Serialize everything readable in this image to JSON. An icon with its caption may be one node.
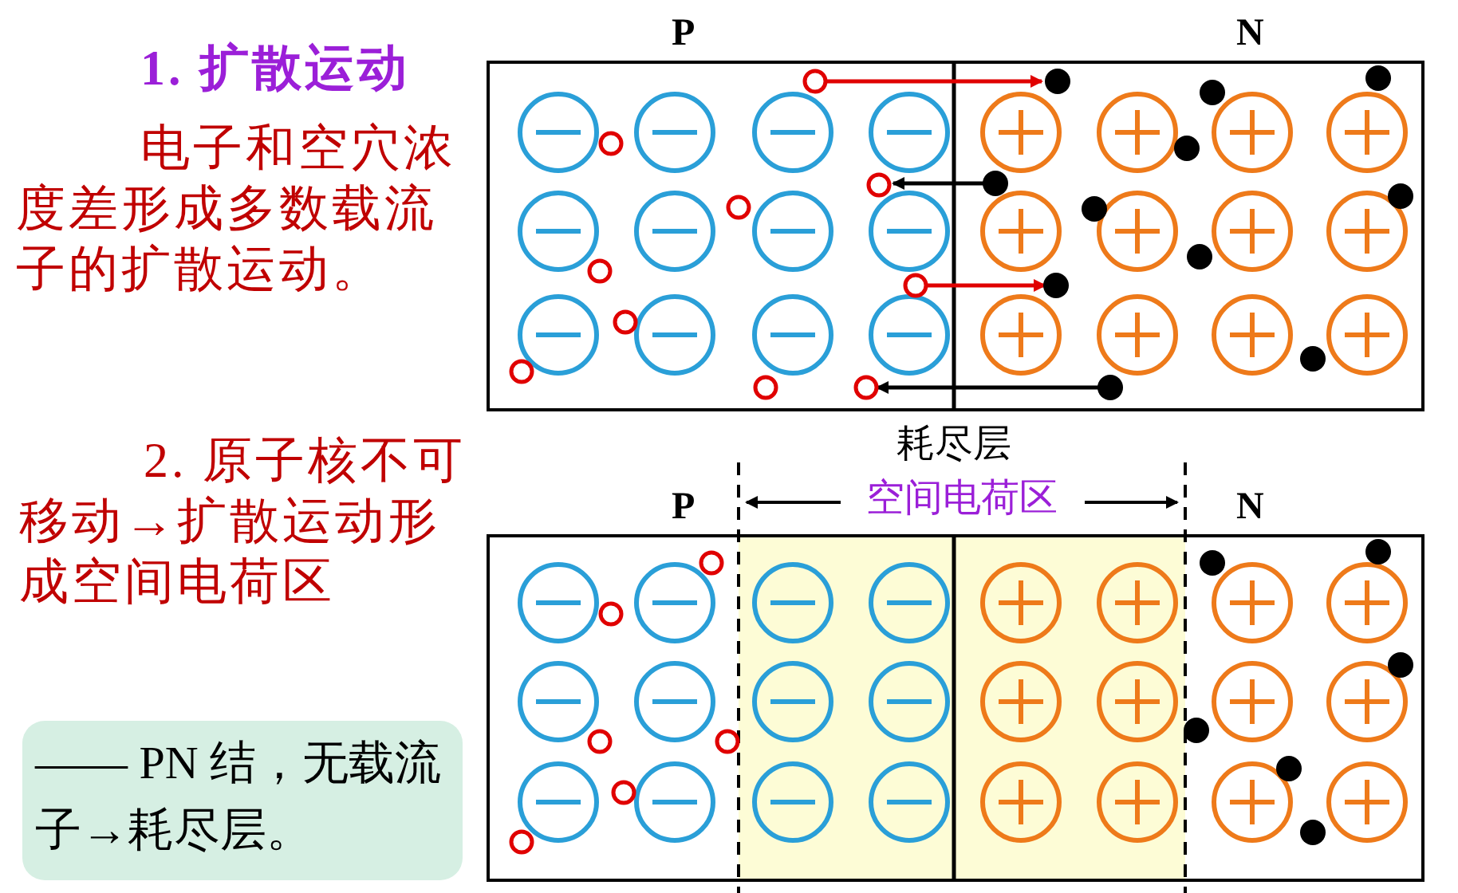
{
  "diagram": {
    "nodes": [
      {
        "text": [
          "P",
          "N"
        ]
      },
      {
        "text": [
          "P",
          "N"
        ]
      },
      {
        "text": [
          "—— PN 结，无载流子→耗尽层。"
        ]
      }
    ],
    "labels": [
      "1. 扩散运动",
      "电子和空穴浓度差形成多数载流子的扩散运动。",
      "2. 原子核不可移动→扩散运动形成空间电荷区",
      "耗尽层",
      "空间电荷区"
    ]
  }
}
